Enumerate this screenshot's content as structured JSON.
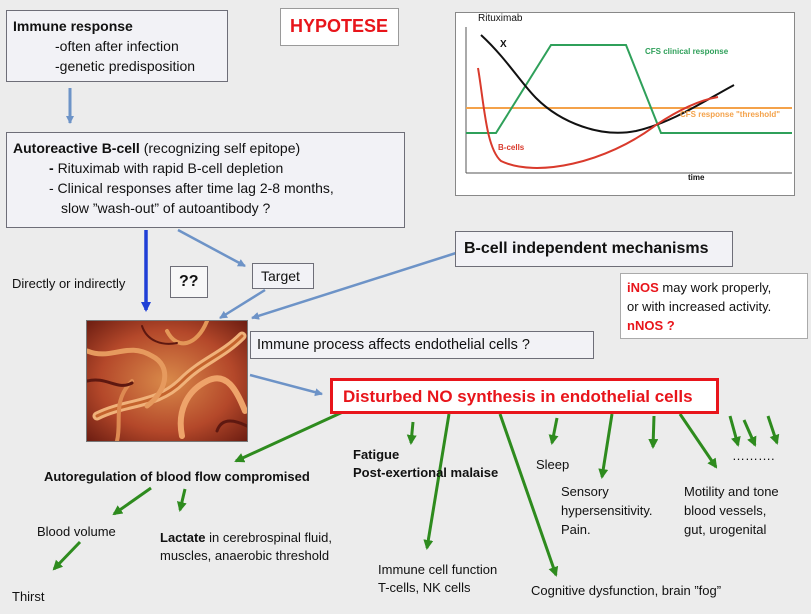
{
  "title": "HYPOTESE",
  "immune": {
    "heading": "Immune response",
    "line1": "-often after infection",
    "line2": "-genetic predisposition"
  },
  "bcell": {
    "heading": "Autoreactive B-cell",
    "heading_note": "(recognizing self epitope)",
    "bullet1_dash": "-",
    "bullet1": "Rituximab with rapid B-cell depletion",
    "bullet2": "- Clinical responses after time lag 2-8 months,",
    "bullet2_cont": "slow ”wash-out” of autoantibody ?"
  },
  "directly": "Directly or indirectly",
  "question": "??",
  "target": "Target",
  "independent": "B-cell independent mechanisms",
  "inos": {
    "inos": "iNOS",
    "line1_rest": " may work properly,",
    "line2": "or with increased activity.",
    "nnos": "nNOS ?"
  },
  "immune_process": "Immune process affects endothelial cells ?",
  "disturbed": "Disturbed NO synthesis in endothelial cells",
  "effects": {
    "autoregulation": "Autoregulation of blood flow compromised",
    "fatigue": "Fatigue",
    "pem": "Post-exertional malaise",
    "sleep": "Sleep",
    "sensory1": "Sensory",
    "sensory2": "hypersensitivity.",
    "sensory3": "Pain.",
    "motility1": "Motility and tone",
    "motility2": "blood vessels,",
    "motility3": "gut, urogenital",
    "dots": "……….",
    "blood_volume": "Blood volume",
    "lactate_bold": "Lactate",
    "lactate_rest": " in cerebrospinal fluid,",
    "lactate2": "muscles, anaerobic threshold",
    "thirst": "Thirst",
    "immune_cell1": "Immune cell function",
    "immune_cell2": "T-cells, NK cells",
    "cognitive": "Cognitive dysfunction, brain ”fog”"
  },
  "chart": {
    "rituximab": "Rituximab",
    "x_mark": "X",
    "clinical": "CFS clinical response",
    "threshold": "CFS response \"threshold\"",
    "bcells": "B-cells",
    "time": "time"
  },
  "colors": {
    "red": "#e8151b",
    "green_arrow": "#2e8b1e",
    "blue_arrow": "#6d93c7",
    "dark_blue_arrow": "#1f3fd6"
  }
}
